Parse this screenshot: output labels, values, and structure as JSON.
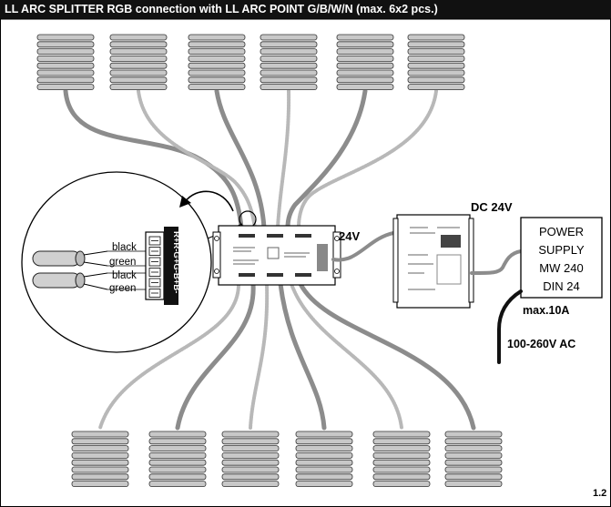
{
  "title": "LL ARC SPLITTER RGB connection with LL ARC POINT G/B/W/N (max. 6x2 pcs.)",
  "labels": {
    "dc_voltage": "DC 24V",
    "output_voltage": "24V",
    "max_current": "max.10A",
    "ac_input": "100-260V AC",
    "figure_number": "1.2"
  },
  "power_supply": {
    "lines": [
      "POWER",
      "SUPPLY",
      "MW 240",
      "DIN 24"
    ]
  },
  "wires": [
    "black",
    "green",
    "black",
    "green"
  ],
  "terminal_pins": "R+R-G+G-B+B-",
  "colors": {
    "cable_solid": "#8c8c8c",
    "cable_dotted": "#b8b8b8",
    "lamp_fill": "#c8c8c8",
    "title_bg": "#111111"
  }
}
